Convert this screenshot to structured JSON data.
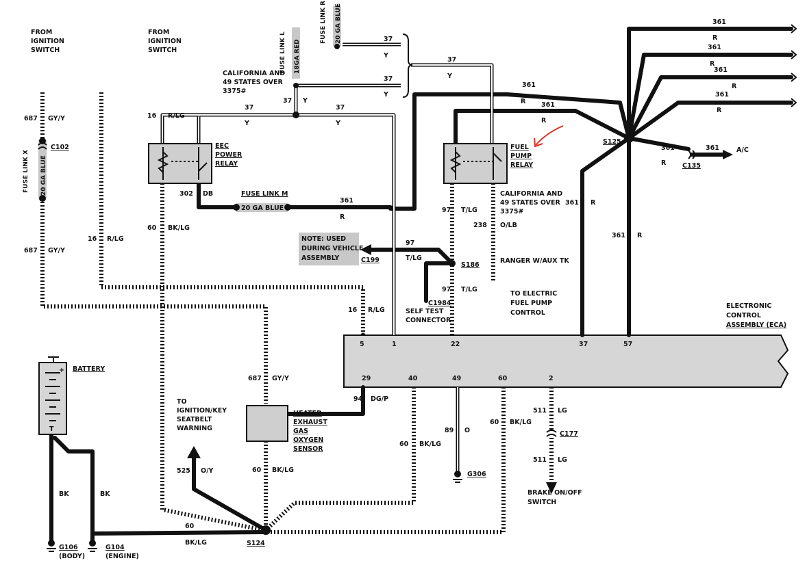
{
  "left_sources": {
    "from_ignition_1": [
      "FROM",
      "IGNITION",
      "SWITCH"
    ],
    "from_ignition_2": [
      "FROM",
      "IGNITION",
      "SWITCH"
    ]
  },
  "wires": {
    "w687_top": {
      "num": "687",
      "color": "GY/Y"
    },
    "w687_mid": {
      "num": "687",
      "color": "GY/Y"
    },
    "w687_ego": {
      "num": "687",
      "color": "GY/Y"
    },
    "w16_top": {
      "num": "16",
      "color": "R/LG"
    },
    "w16_mid": {
      "num": "16",
      "color": "R/LG"
    },
    "w16_ecm": {
      "num": "16",
      "color": "R/LG"
    },
    "w60_relay": {
      "num": "60",
      "color": "BK/LG"
    },
    "w60_ego": {
      "num": "60",
      "color": "BK/LG"
    },
    "w60_ecm40": {
      "num": "60",
      "color": "BK/LG"
    },
    "w60_ecm60": {
      "num": "60",
      "color": "BK/LG"
    },
    "w60_bottom": {
      "num": "60",
      "color": "BK/LG"
    },
    "w302": {
      "num": "302",
      "color": "DB"
    },
    "w361_main": {
      "num": "361",
      "color": "R"
    },
    "w37_a": {
      "num": "37",
      "color": "Y"
    },
    "w37_b": {
      "num": "37",
      "color": "Y"
    },
    "w37_c": {
      "num": "37",
      "color": "Y"
    },
    "w37_d": {
      "num": "37",
      "color": "Y"
    },
    "w37_e": {
      "num": "37",
      "color": "Y"
    },
    "w37_f": {
      "num": "37",
      "color": "Y"
    },
    "w97_a": {
      "num": "97",
      "color": "T/LG"
    },
    "w97_b": {
      "num": "97",
      "color": "T/LG"
    },
    "w97_c": {
      "num": "97",
      "color": "T/LG"
    },
    "w238": {
      "num": "238",
      "color": "O/LB"
    },
    "w94": {
      "num": "94",
      "color": "DG/P"
    },
    "w89": {
      "num": "89",
      "color": "O"
    },
    "w511_a": {
      "num": "511",
      "color": "LG"
    },
    "w511_b": {
      "num": "511",
      "color": "LG"
    },
    "w525": {
      "num": "525",
      "color": "O/Y"
    },
    "w_bk1": {
      "color": "BK"
    },
    "w_bk2": {
      "color": "BK"
    },
    "w361_r1": {
      "num": "361",
      "color": "R"
    },
    "w361_r2": {
      "num": "361",
      "color": "R"
    },
    "w361_r3": {
      "num": "361",
      "color": "R"
    },
    "w361_r4": {
      "num": "361",
      "color": "R"
    },
    "w361_fp1": {
      "num": "361",
      "color": "R"
    },
    "w361_fp2": {
      "num": "361",
      "color": "R"
    },
    "w361_ac_a": {
      "num": "361",
      "color": "R"
    },
    "w361_ac_b": {
      "num": "361"
    },
    "w361_ecm37": {
      "num": "361",
      "color": "R"
    },
    "w361_ecm57": {
      "num": "361",
      "color": "R"
    }
  },
  "fuse_links": {
    "x": {
      "name": "FUSE LINK X",
      "gauge": "20 GA BLUE"
    },
    "l": {
      "name": "FUSE LINK L",
      "gauge": "18GA RED"
    },
    "r": {
      "name": "FUSE LINK R",
      "gauge": "20 GA BLUE"
    },
    "m": {
      "name": "FUSE LINK M",
      "gauge": "20 GA BLUE"
    }
  },
  "connectors": {
    "c102": "C102",
    "c135": "C135",
    "c177": "C177",
    "c199": "C199",
    "c1984": "C1984"
  },
  "splices": {
    "s124": "S124",
    "s125": "S125",
    "s186": "S186"
  },
  "grounds": {
    "g106": [
      "G106",
      "(BODY)"
    ],
    "g104": [
      "G104",
      "(ENGINE)"
    ],
    "g306": "G306"
  },
  "components": {
    "eec_relay": [
      "EEC",
      "POWER",
      "RELAY"
    ],
    "fuel_pump_relay": [
      "FUEL",
      "PUMP",
      "RELAY"
    ],
    "battery": "BATTERY",
    "ego": [
      "HEATED",
      "EXHAUST",
      "GAS",
      "OXYGEN",
      "SENSOR"
    ],
    "ecm": [
      "ELECTRONIC",
      "CONTROL",
      "ASSEMBLY (ECA)"
    ]
  },
  "ecm_pins": {
    "top": [
      "5",
      "1",
      "22",
      "37",
      "57"
    ],
    "bottom": [
      "29",
      "40",
      "49",
      "60",
      "2"
    ]
  },
  "notes": {
    "california_1": [
      "CALIFORNIA AND",
      "49 STATES OVER",
      "3375#"
    ],
    "california_2": [
      "CALIFORNIA AND",
      "49 STATES OVER",
      "3375#"
    ],
    "note_used": [
      "NOTE: USED",
      "DURING VEHICLE",
      "ASSEMBLY"
    ],
    "self_test": [
      "SELF TEST",
      "CONNECTOR"
    ],
    "ranger": "RANGER W/AUX TK",
    "electric_fp": [
      "TO ELECTRIC",
      "FUEL PUMP",
      "CONTROL"
    ],
    "ign_key": [
      "TO",
      "IGNITION/KEY",
      "SEATBELT",
      "WARNING"
    ],
    "brake": [
      "BRAKE ON/OFF",
      "SWITCH"
    ],
    "ac": "A/C"
  },
  "battery_terminals": {
    "pos": "+",
    "neg": "T"
  },
  "annotation_color": "#e0302a"
}
